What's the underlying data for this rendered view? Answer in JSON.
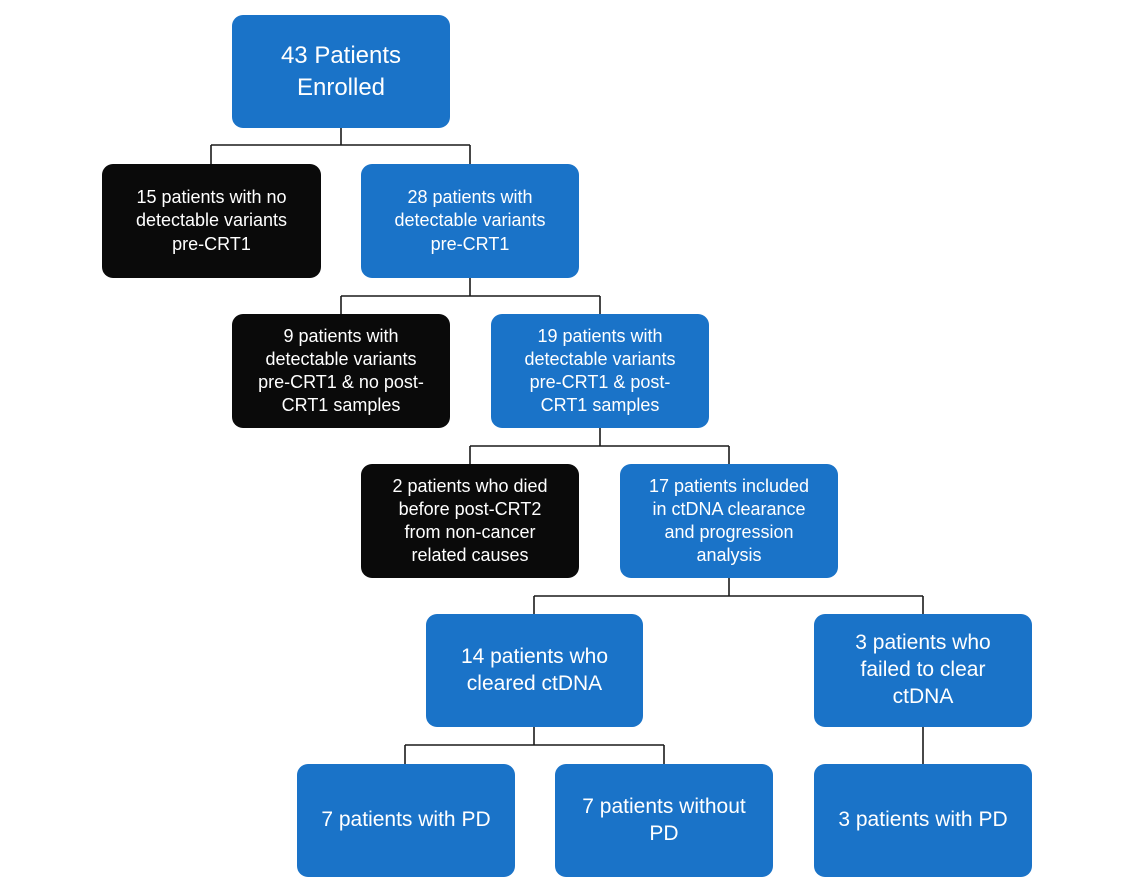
{
  "flowchart": {
    "nodes": [
      {
        "id": "enrolled",
        "text": "43 Patients\nEnrolled",
        "fill": "#1a73c8"
      },
      {
        "id": "no-variants",
        "text": "15 patients with no\ndetectable variants\npre-CRT1",
        "fill": "#0a0a0a"
      },
      {
        "id": "variants",
        "text": "28 patients with\ndetectable variants\npre-CRT1",
        "fill": "#1a73c8"
      },
      {
        "id": "no-post-samples",
        "text": "9 patients with\ndetectable variants\npre-CRT1 & no post-\nCRT1 samples",
        "fill": "#0a0a0a"
      },
      {
        "id": "post-samples",
        "text": "19 patients with\ndetectable variants\npre-CRT1 & post-\nCRT1 samples",
        "fill": "#1a73c8"
      },
      {
        "id": "died",
        "text": "2 patients who died\nbefore post-CRT2\nfrom non-cancer\nrelated causes",
        "fill": "#0a0a0a"
      },
      {
        "id": "included",
        "text": "17 patients included\nin ctDNA clearance\nand progression\nanalysis",
        "fill": "#1a73c8"
      },
      {
        "id": "cleared",
        "text": "14 patients who\ncleared ctDNA",
        "fill": "#1a73c8"
      },
      {
        "id": "failed",
        "text": "3 patients who\nfailed to clear\nctDNA",
        "fill": "#1a73c8"
      },
      {
        "id": "cleared-pd",
        "text": "7 patients with PD",
        "fill": "#1a73c8"
      },
      {
        "id": "cleared-no-pd",
        "text": "7 patients without\nPD",
        "fill": "#1a73c8"
      },
      {
        "id": "failed-pd",
        "text": "3 patients with PD",
        "fill": "#1a73c8"
      }
    ],
    "edges": [
      {
        "from": "enrolled",
        "to": "no-variants"
      },
      {
        "from": "enrolled",
        "to": "variants"
      },
      {
        "from": "variants",
        "to": "no-post-samples"
      },
      {
        "from": "variants",
        "to": "post-samples"
      },
      {
        "from": "post-samples",
        "to": "died"
      },
      {
        "from": "post-samples",
        "to": "included"
      },
      {
        "from": "included",
        "to": "cleared"
      },
      {
        "from": "included",
        "to": "failed"
      },
      {
        "from": "cleared",
        "to": "cleared-pd"
      },
      {
        "from": "cleared",
        "to": "cleared-no-pd"
      },
      {
        "from": "failed",
        "to": "failed-pd"
      }
    ]
  }
}
